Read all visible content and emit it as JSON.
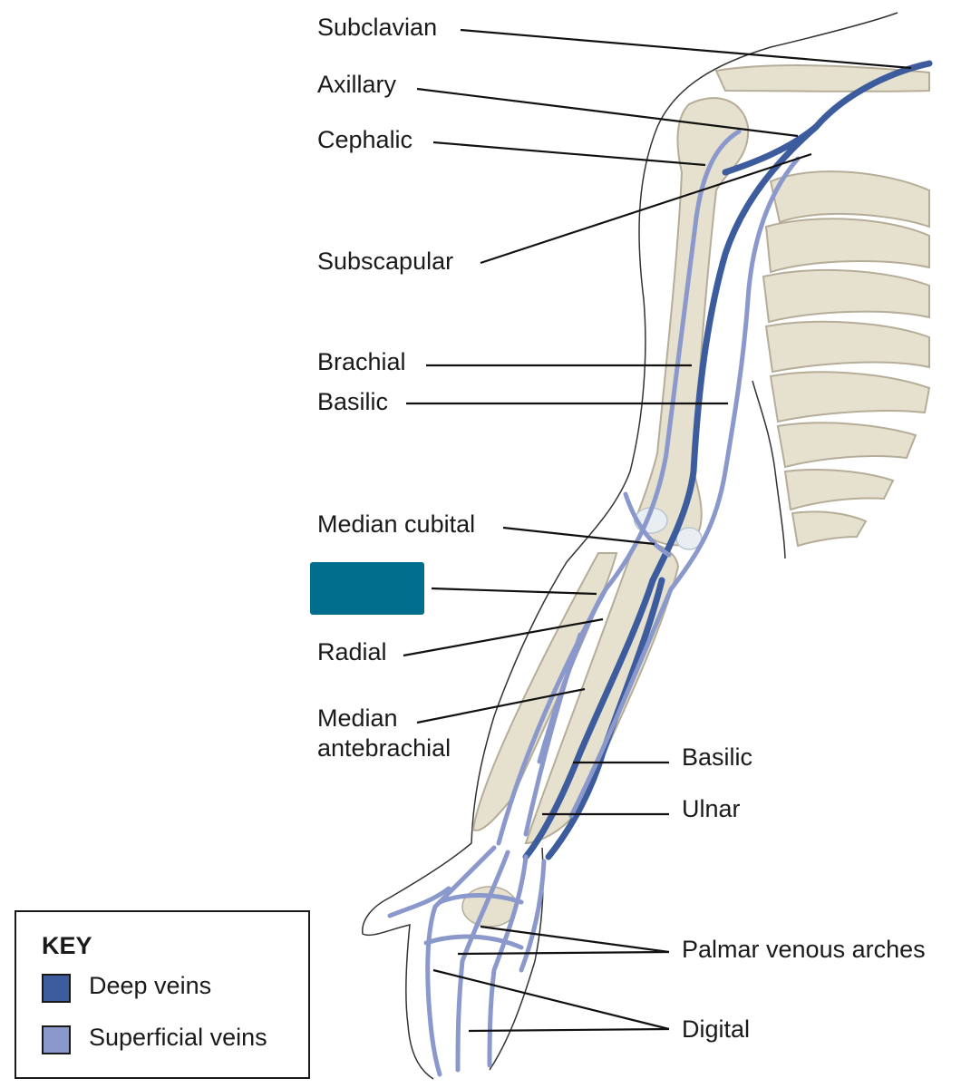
{
  "labels": {
    "subclavian": "Subclavian",
    "axillary": "Axillary",
    "cephalic": "Cephalic",
    "subscapular": "Subscapular",
    "brachial": "Brachial",
    "basilic_upper": "Basilic",
    "median_cubital": "Median cubital",
    "radial": "Radial",
    "median_antebrachial_1": "Median",
    "median_antebrachial_2": "antebrachial",
    "basilic_lower": "Basilic",
    "ulnar": "Ulnar",
    "palmar_venous_arches": "Palmar venous arches",
    "digital": "Digital"
  },
  "key": {
    "title": "KEY",
    "items": [
      {
        "label": "Deep veins",
        "color": "#3d5c9e"
      },
      {
        "label": "Superficial veins",
        "color": "#8a98cc"
      }
    ]
  },
  "colors": {
    "deep_vein": "#3d5c9e",
    "superficial_vein": "#8a98cc",
    "bone": "#e6e0cf",
    "bone_outline": "#b5ad98",
    "label_mask": "#006e8c"
  }
}
